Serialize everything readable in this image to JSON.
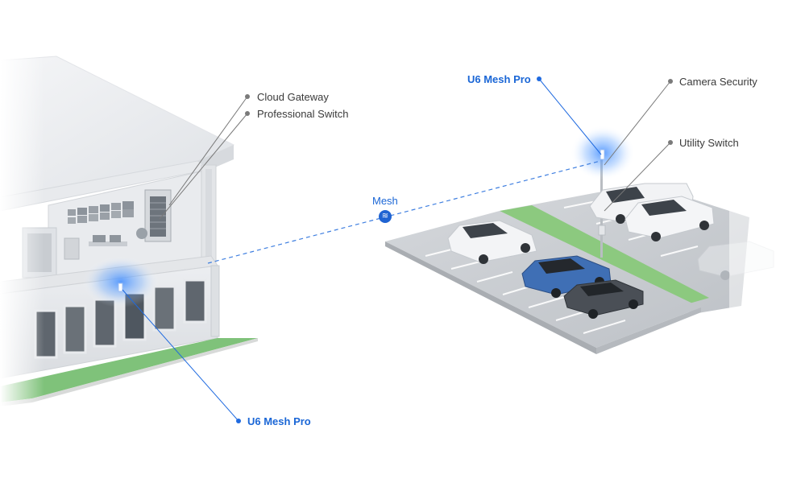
{
  "labels": {
    "cloud_gateway": "Cloud Gateway",
    "professional_switch": "Professional Switch",
    "mesh": "Mesh",
    "u6_mesh_pro_top": "U6 Mesh Pro",
    "camera_security": "Camera Security",
    "utility_switch": "Utility Switch",
    "u6_mesh_pro_bottom": "U6 Mesh Pro"
  },
  "icons": {
    "mesh": "wifi-waves-icon"
  },
  "colors": {
    "accent_blue": "#1f6ae0",
    "label_gray": "#3a3a3a",
    "leader_gray": "#7a7a7a",
    "grass": "#7fc27a"
  }
}
